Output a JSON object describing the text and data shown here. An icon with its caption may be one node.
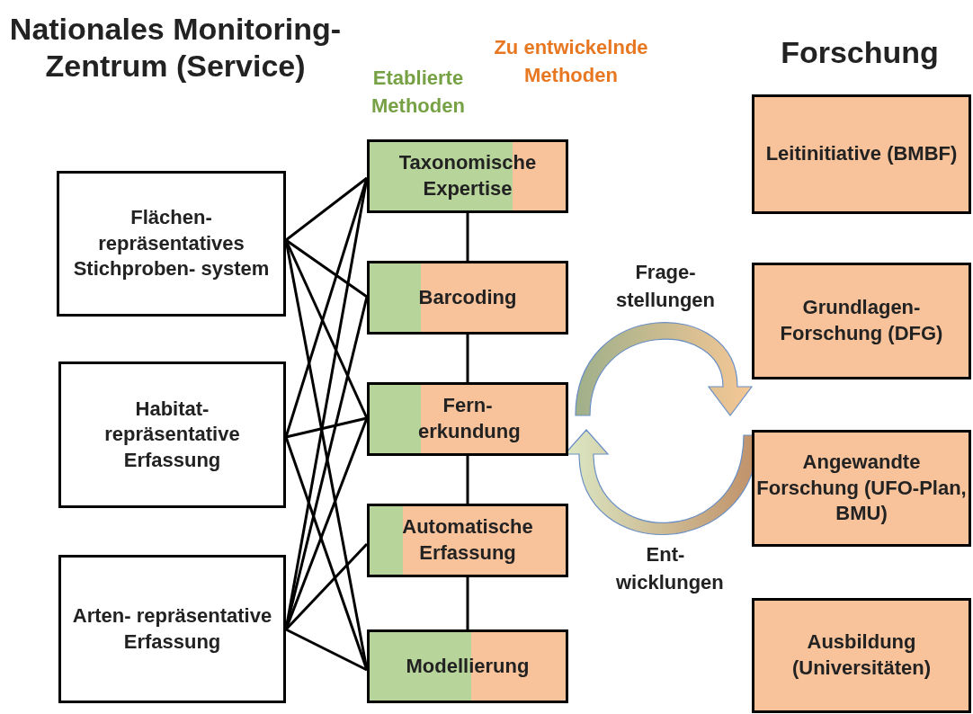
{
  "diagram": {
    "nodes": [
      {
        "text": [
          "Flächen- repräsentatives Stichproben- system"
        ]
      },
      {
        "text": [
          "Habitat- repräsentative Erfassung"
        ]
      },
      {
        "text": [
          "Arten- repräsentative Erfassung"
        ]
      },
      {
        "text": [
          "Taxonomische Expertise"
        ]
      },
      {
        "text": [
          "Barcoding"
        ]
      },
      {
        "text": [
          "Fern- erkundung"
        ]
      },
      {
        "text": [
          "Automatische Erfassung"
        ]
      },
      {
        "text": [
          "Modellierung"
        ]
      },
      {
        "text": [
          "Leitinitiative (BMBF)"
        ]
      },
      {
        "text": [
          "Grundlagen- Forschung (DFG)"
        ]
      },
      {
        "text": [
          "Angewandte Forschung (UFO-Plan, BMU)"
        ]
      },
      {
        "text": [
          "Ausbildung (Universitäten)"
        ]
      }
    ],
    "edges": [
      {
        "from": 0,
        "to": 3,
        "arrow": "none"
      },
      {
        "from": 0,
        "to": 4,
        "arrow": "none"
      },
      {
        "from": 0,
        "to": 5,
        "arrow": "none"
      },
      {
        "from": 0,
        "to": 7,
        "arrow": "none"
      },
      {
        "from": 1,
        "to": 3,
        "arrow": "none"
      },
      {
        "from": 1,
        "to": 5,
        "arrow": "none"
      },
      {
        "from": 1,
        "to": 7,
        "arrow": "none"
      },
      {
        "from": 2,
        "to": 3,
        "arrow": "none"
      },
      {
        "from": 2,
        "to": 4,
        "arrow": "none"
      },
      {
        "from": 2,
        "to": 5,
        "arrow": "none"
      },
      {
        "from": 2,
        "to": 6,
        "arrow": "none"
      },
      {
        "from": 2,
        "to": 7,
        "arrow": "none"
      },
      {
        "from": 3,
        "to": 4,
        "arrow": "none"
      },
      {
        "from": 4,
        "to": 5,
        "arrow": "none"
      },
      {
        "from": 5,
        "to": 6,
        "arrow": "none"
      },
      {
        "from": 6,
        "to": 7,
        "arrow": "none"
      }
    ],
    "labels": [
      "Nationales Monitoring-Zentrum (Service)",
      "Forschung",
      "Frage- stellungen",
      "Ent- wicklungen"
    ],
    "legend": [
      {
        "text": "Etablierte Methoden",
        "color": "#77a145"
      },
      {
        "text": "Zu entwickelnde Methoden",
        "color": "#e87722"
      }
    ]
  }
}
